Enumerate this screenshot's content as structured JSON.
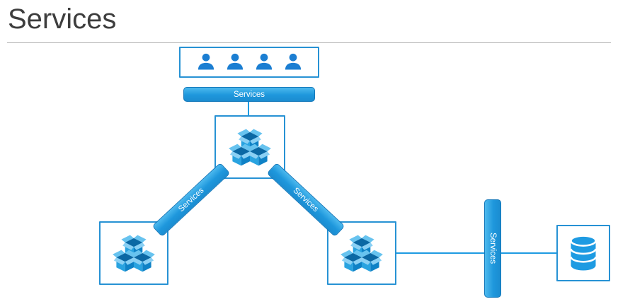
{
  "slide": {
    "title": "Services"
  },
  "diagram": {
    "users_box": {
      "icon": "person-icon",
      "person_count": 4
    },
    "buses": {
      "top": {
        "label": "Services"
      },
      "left": {
        "label": "Services"
      },
      "right": {
        "label": "Services"
      },
      "db": {
        "label": "Services"
      }
    },
    "nodes": {
      "center": {
        "icon": "packages-icon"
      },
      "lower_left": {
        "icon": "packages-icon"
      },
      "lower_right": {
        "icon": "packages-icon"
      },
      "database": {
        "icon": "database-icon"
      }
    }
  },
  "colors": {
    "accent_blue": "#29A9E2",
    "shape_border_blue": "#2792D4",
    "person_blue": "#1B7ED2",
    "connector_blue": "#1E9BE2",
    "title_gray": "#3D3D3D",
    "bus_text": "#FFFFFF"
  }
}
